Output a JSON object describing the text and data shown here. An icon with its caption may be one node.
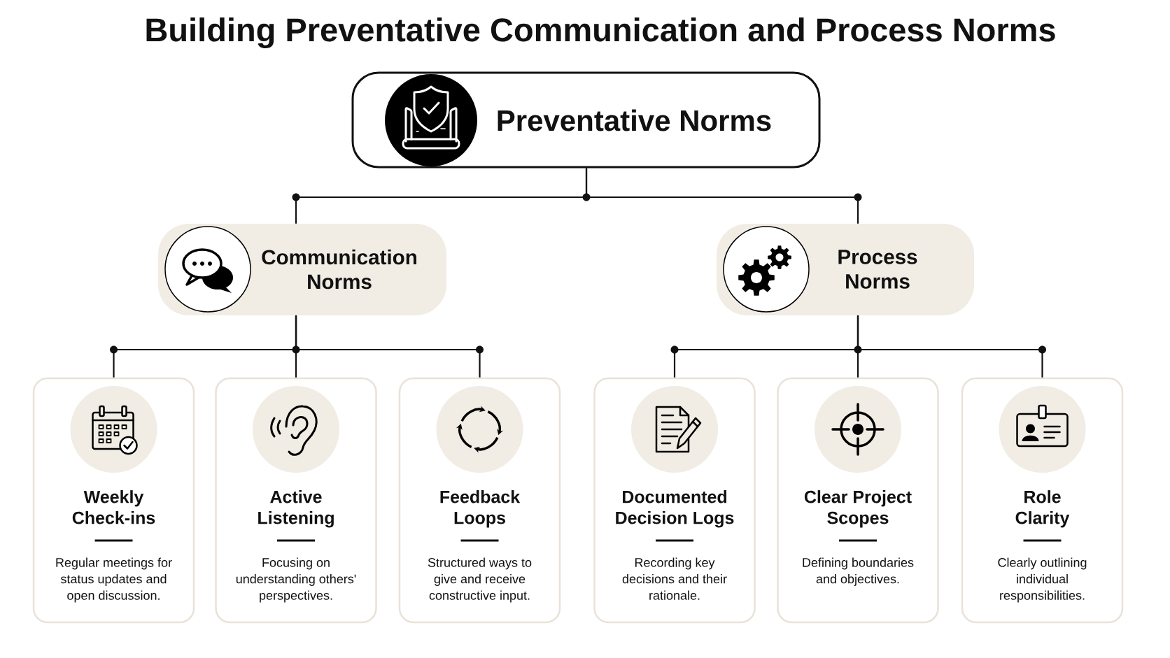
{
  "diagram": {
    "title": "Building Preventative Communication and Process Norms",
    "nodes": [
      {
        "text": [
          "Preventative Norms"
        ]
      },
      {
        "text": [
          "Communication Norms"
        ]
      },
      {
        "text": [
          "Process Norms"
        ]
      },
      {
        "text": [
          "Weekly Check-ins",
          "Regular meetings for status updates and open discussion."
        ]
      },
      {
        "text": [
          "Active Listening",
          "Focusing on understanding others' perspectives."
        ]
      },
      {
        "text": [
          "Feedback Loops",
          "Structured ways to give and receive constructive input."
        ]
      },
      {
        "text": [
          "Documented Decision Logs",
          "Recording key decisions and their rationale."
        ]
      },
      {
        "text": [
          "Clear Project Scopes",
          "Defining boundaries and objectives."
        ]
      },
      {
        "text": [
          "Role Clarity",
          "Clearly outlining individual responsibilities."
        ]
      }
    ],
    "edges": [
      {
        "from": 0,
        "to": 1,
        "arrow": "none"
      },
      {
        "from": 0,
        "to": 2,
        "arrow": "none"
      },
      {
        "from": 1,
        "to": 3,
        "arrow": "none"
      },
      {
        "from": 1,
        "to": 4,
        "arrow": "none"
      },
      {
        "from": 1,
        "to": 5,
        "arrow": "none"
      },
      {
        "from": 2,
        "to": 6,
        "arrow": "none"
      },
      {
        "from": 2,
        "to": 7,
        "arrow": "none"
      },
      {
        "from": 2,
        "to": 8,
        "arrow": "none"
      }
    ]
  }
}
